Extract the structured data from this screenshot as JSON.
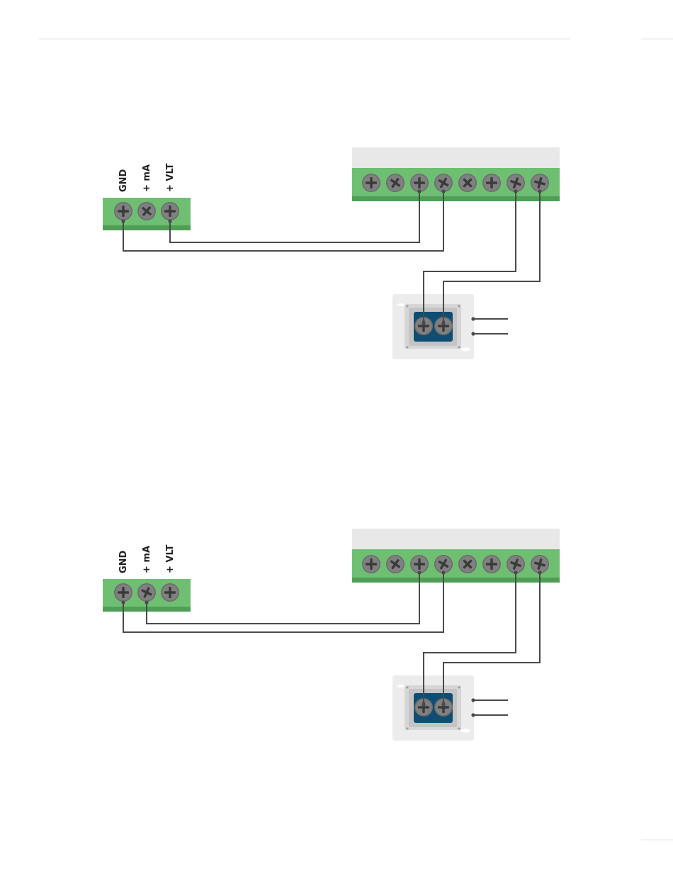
{
  "colors": {
    "terminal_green": "#6fbf73",
    "terminal_green_dark": "#4f9e55",
    "screw_grey": "#808080",
    "screw_slot": "#3a3a3a",
    "device_header_grey": "#e8e8e8",
    "plate_grey": "#ececec",
    "socket_blue": "#0f4d73",
    "wire": "#4a4a4a",
    "rule_line": "#e4e4e4"
  },
  "icons": {
    "screw": "screw-icon",
    "wire_end": "wire-endpoint-dot"
  },
  "diagrams": [
    {
      "id": "diagram-voltage",
      "source_terminal": {
        "labels": [
          "GND",
          "+ mA",
          "+ VLT"
        ]
      },
      "device_terminal_count": 8,
      "wall_plate_terminal_count": 2,
      "wall_plate_output_lines": 2,
      "connections": [
        {
          "from": "GND",
          "to": "device-terminal-4"
        },
        {
          "from": "+ VLT",
          "to": "device-terminal-3"
        },
        {
          "from": "wall-plate-terminal-1",
          "to": "device-terminal-7"
        },
        {
          "from": "wall-plate-terminal-2",
          "to": "device-terminal-8"
        }
      ]
    },
    {
      "id": "diagram-current",
      "source_terminal": {
        "labels": [
          "GND",
          "+ mA",
          "+ VLT"
        ]
      },
      "device_terminal_count": 8,
      "wall_plate_terminal_count": 2,
      "wall_plate_output_lines": 2,
      "connections": [
        {
          "from": "GND",
          "to": "device-terminal-4"
        },
        {
          "from": "+ mA",
          "to": "device-terminal-3"
        },
        {
          "from": "wall-plate-terminal-1",
          "to": "device-terminal-7"
        },
        {
          "from": "wall-plate-terminal-2",
          "to": "device-terminal-8"
        }
      ]
    }
  ]
}
